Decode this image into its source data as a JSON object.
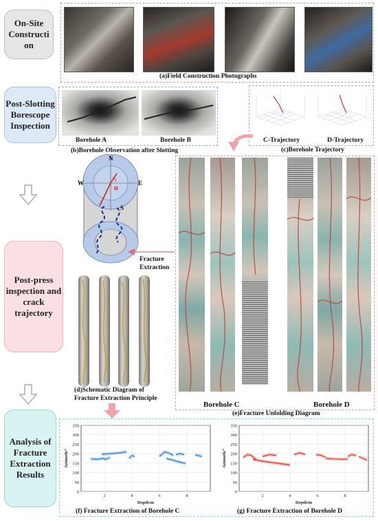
{
  "stages": {
    "s1": "On-Site Constructi on",
    "s2": "Post-Slotting Borescope Inspection",
    "s3": "Post-press inspection and crack trajectory",
    "s4": "Analysis of Fracture Extraction Results"
  },
  "captions": {
    "a": "(a)Field Construction Photographs",
    "b": "(b)Borehole Observation after Slotting",
    "c": "(c)Borehole Trajectory",
    "d1": "(d)Schematic Diagram of",
    "d2": "Fracture Extraction Principle",
    "e": "(e)Fracture Unfolding Diagram",
    "f": "(f) Fracture Extraction of Borehole C",
    "g": "(g) Fracture Extraction of Borehole D"
  },
  "labels": {
    "borehole_a": "Borehole A",
    "borehole_b": "Borehole B",
    "c_traj": "C-Trajectory",
    "d_traj": "D-Trajectory",
    "borehole_c": "Borehole C",
    "borehole_d": "Borehole D",
    "fracture": "Fracture",
    "extraction": "Extraction",
    "north": "N",
    "south": "S",
    "east": "E",
    "west": "W",
    "alpha": "α"
  },
  "colors": {
    "grey_stage": "#e6e6e6",
    "blue_stage": "#dde9f7",
    "pink_stage": "#fbe0e3",
    "cyan_stage": "#d9f3f3",
    "line_c": "#2b7bbd",
    "line_d": "#d03a2a"
  },
  "chart_data": [
    {
      "type": "line",
      "title": "",
      "xlabel": "Depth/m",
      "ylabel": "Azimuth/°",
      "xlim": [
        0.3,
        9.7
      ],
      "ylim": [
        0,
        350
      ],
      "xticks": [
        2,
        4,
        6,
        8
      ],
      "yticks": [
        0,
        50,
        100,
        150,
        200,
        250,
        300,
        350
      ],
      "grid": true,
      "series": [
        {
          "x": [
            1.0,
            1.5,
            1.9,
            2.1,
            2.4
          ],
          "y": [
            172,
            170,
            175,
            170,
            180
          ]
        },
        {
          "x": [
            1.8,
            2.5,
            3.2,
            3.6
          ],
          "y": [
            197,
            200,
            205,
            210
          ]
        },
        {
          "x": [
            3.8,
            4.0,
            4.2
          ],
          "y": [
            175,
            190,
            185
          ]
        },
        {
          "x": [
            6.0,
            6.4,
            6.8,
            7.0
          ],
          "y": [
            185,
            210,
            200,
            190
          ]
        },
        {
          "x": [
            6.5,
            7.0,
            7.5,
            7.9
          ],
          "y": [
            175,
            165,
            155,
            148
          ]
        },
        {
          "x": [
            7.2,
            7.5,
            7.8
          ],
          "y": [
            195,
            200,
            195
          ]
        },
        {
          "x": [
            8.6,
            8.8,
            9.1
          ],
          "y": [
            195,
            190,
            185
          ]
        }
      ]
    },
    {
      "type": "line",
      "title": "",
      "xlabel": "Depth/m",
      "ylabel": "Azimuth/°",
      "xlim": [
        0.3,
        9.7
      ],
      "ylim": [
        0,
        350
      ],
      "xticks": [
        2,
        4,
        6,
        8
      ],
      "yticks": [
        0,
        50,
        100,
        150,
        200,
        250,
        300,
        350
      ],
      "grid": true,
      "series": [
        {
          "x": [
            0.6,
            0.9,
            1.2,
            1.5
          ],
          "y": [
            180,
            195,
            190,
            170
          ]
        },
        {
          "x": [
            1.3,
            2.0,
            3.0,
            4.0
          ],
          "y": [
            170,
            160,
            150,
            140
          ]
        },
        {
          "x": [
            2.0,
            2.5,
            3.0
          ],
          "y": [
            185,
            195,
            190
          ]
        },
        {
          "x": [
            4.3,
            4.7,
            5.1
          ],
          "y": [
            195,
            205,
            195
          ]
        },
        {
          "x": [
            5.9,
            6.3,
            6.6
          ],
          "y": [
            195,
            190,
            180
          ]
        },
        {
          "x": [
            6.6,
            7.2,
            7.8,
            8.2
          ],
          "y": [
            175,
            172,
            170,
            172
          ]
        },
        {
          "x": [
            8.2,
            8.5,
            8.8
          ],
          "y": [
            185,
            195,
            190
          ]
        },
        {
          "x": [
            9.0,
            9.3,
            9.6
          ],
          "y": [
            185,
            175,
            165
          ]
        }
      ]
    }
  ]
}
